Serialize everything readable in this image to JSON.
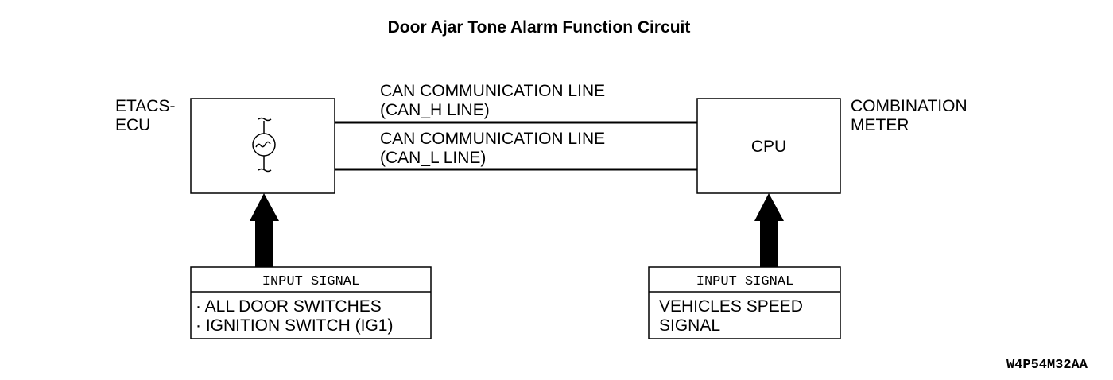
{
  "title": "Door Ajar Tone Alarm Function Circuit",
  "etacs_label": [
    "ETACS-",
    "ECU"
  ],
  "combination_label": [
    "COMBINATION",
    "METER"
  ],
  "cpu_label": "CPU",
  "can_h": [
    "CAN COMMUNICATION LINE",
    "(CAN_H LINE)"
  ],
  "can_l": [
    "CAN COMMUNICATION LINE",
    "(CAN_L LINE)"
  ],
  "left_input": {
    "header": "INPUT SIGNAL",
    "lines": [
      "· ALL DOOR SWITCHES",
      "· IGNITION SWITCH (IG1)"
    ]
  },
  "right_input": {
    "header": "INPUT SIGNAL",
    "lines": [
      "VEHICLES SPEED",
      "SIGNAL"
    ]
  },
  "figure_code": "W4P54M32AA",
  "icons": {
    "etacs_symbol": "signal-transceiver-icon"
  }
}
